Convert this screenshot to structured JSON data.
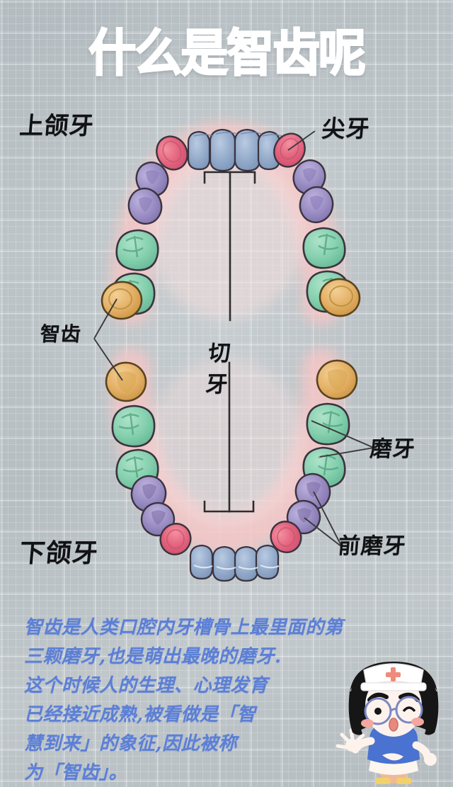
{
  "page": {
    "title": "什么是智齿呢",
    "background_color": "#b9c1c5",
    "grid_line_color": "#ffffff"
  },
  "labels": {
    "upper_jaw": "上颌牙",
    "lower_jaw": "下颌牙",
    "canine": "尖牙",
    "wisdom_tooth": "智齿",
    "molar": "磨牙",
    "premolar": "前磨牙",
    "incisor_line1": "切",
    "incisor_line2": "牙"
  },
  "diagram": {
    "name": "dental-arch-diagram",
    "tooth_colors": {
      "incisor": "#8fa8c8",
      "canine": "#e36a84",
      "premolar": "#9b8ec4",
      "molar": "#84cfad",
      "wisdom": "#e8b86a",
      "gum_glow": "#f6c8c8",
      "outline": "#3b3440"
    },
    "upper_arch_sequence": [
      "wisdom",
      "molar",
      "molar",
      "premolar",
      "premolar",
      "canine",
      "incisor",
      "incisor",
      "incisor",
      "incisor",
      "canine",
      "premolar",
      "premolar",
      "molar",
      "molar",
      "wisdom"
    ],
    "lower_arch_sequence": [
      "wisdom",
      "molar",
      "molar",
      "premolar",
      "premolar",
      "canine",
      "incisor",
      "incisor",
      "incisor",
      "incisor",
      "canine",
      "premolar",
      "premolar",
      "molar",
      "molar",
      "wisdom"
    ]
  },
  "body_text": {
    "lines": [
      "智齿是人类口腔内牙槽骨上最里面的第",
      "三颗磨牙,也是萌出最晚的磨牙.",
      "这个时候人的生理、心理发育",
      "已经接近成熟,被看做是「智",
      "慧到来」的象征,因此被称",
      "为「智齿」。"
    ],
    "color": "#5c7fd6"
  },
  "mascot": {
    "name": "nurse-character",
    "cap_color": "#ffffff",
    "cross_color": "#f08a7a",
    "hair_color": "#1a1a1a",
    "skin_color": "#fdf3ec",
    "shirt_color": "#4a72d0",
    "glasses_color": "#7d86c4",
    "cheek_color": "#f4a6a0"
  }
}
